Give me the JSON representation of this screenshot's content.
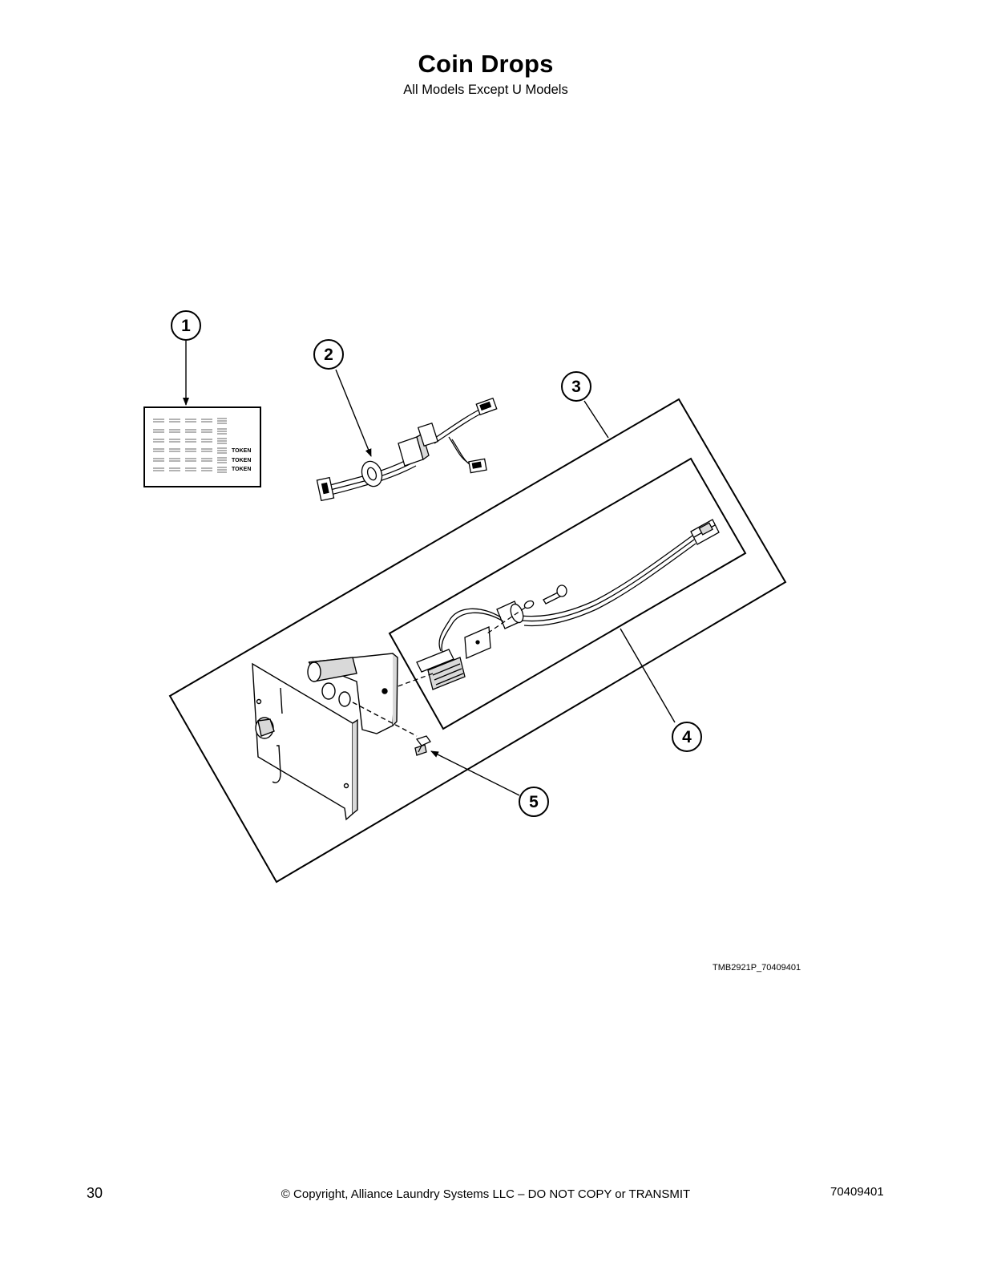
{
  "header": {
    "title": "Coin Drops",
    "subtitle": "All Models Except U Models"
  },
  "diagram": {
    "callouts": [
      "1",
      "2",
      "3",
      "4",
      "5"
    ],
    "decal_text": [
      "TOKEN",
      "TOKEN",
      "TOKEN"
    ],
    "figure_id": "TMB2921P_70409401"
  },
  "footer": {
    "page_number": "30",
    "copyright": "© Copyright, Alliance Laundry Systems LLC – DO NOT COPY or TRANSMIT",
    "doc_number": "70409401"
  },
  "colors": {
    "ink": "#000000",
    "paper": "#ffffff",
    "part_shading": "#d9d9d9"
  }
}
